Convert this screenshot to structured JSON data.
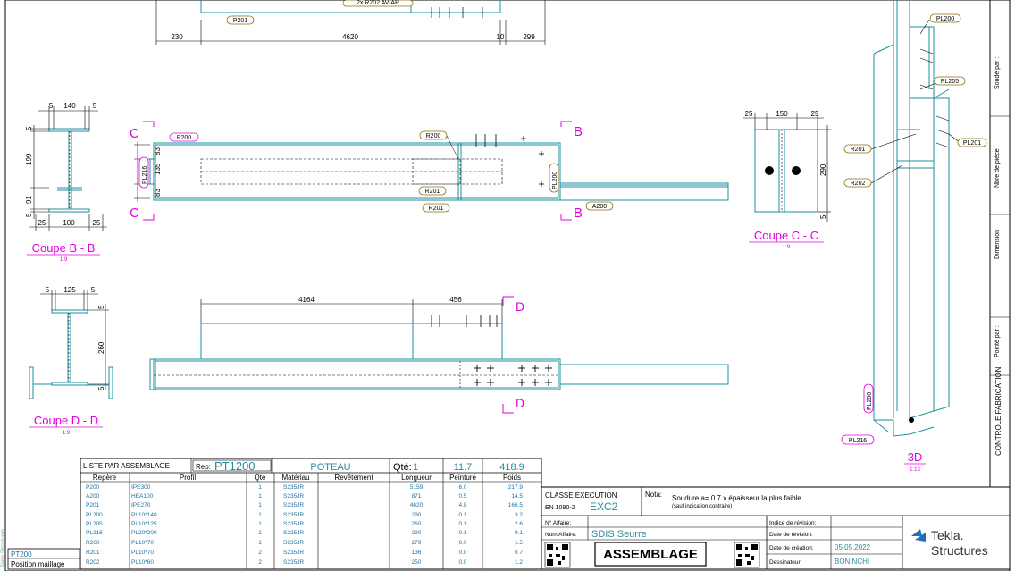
{
  "top_view": {
    "dims": [
      "230",
      "4620",
      "10",
      "299"
    ],
    "marks": [
      "P201",
      "2x R202 AV/AR"
    ]
  },
  "section_bb": {
    "title": "Coupe B - B",
    "scale": "1:9",
    "dims_top": [
      "5",
      "140",
      "5"
    ],
    "dims_left": [
      "5",
      "199",
      "91",
      "5"
    ],
    "dims_bottom": [
      "25",
      "100",
      "25"
    ]
  },
  "elevation_c": {
    "cut_letters": [
      "C",
      "C",
      "B",
      "B"
    ],
    "dims_left": [
      "83",
      "135",
      "83"
    ],
    "marks": [
      "P200",
      "PL216",
      "R200",
      "R201",
      "R201",
      "PL200",
      "A200"
    ]
  },
  "section_cc": {
    "title": "Coupe C - C",
    "scale": "1:9",
    "dims_top": [
      "25",
      "150",
      "25"
    ],
    "dims_right": [
      "290",
      "5"
    ]
  },
  "section_dd": {
    "title": "Coupe D - D",
    "scale": "1:9",
    "dims_top": [
      "5",
      "125",
      "5"
    ],
    "dims_right": [
      "5",
      "260",
      "5"
    ]
  },
  "elevation_d": {
    "cut_letters": [
      "D",
      "D"
    ],
    "dims_top": [
      "4164",
      "456"
    ]
  },
  "view_3d": {
    "title": "3D",
    "scale": "1:13",
    "marks": [
      "PL200",
      "PL205",
      "PL201",
      "R201",
      "R202",
      "PL200",
      "PL216"
    ]
  },
  "right_border": {
    "labels": [
      "Soudé par :",
      "Nbre de pièce",
      "Dimension",
      "Pointé par :",
      "CONTROLE FABRICATION"
    ]
  },
  "left_border": {
    "label": "Tekla Structures"
  },
  "parts_list": {
    "title": "LISTE PAR ASSEMBLAGE",
    "rep_label": "Rep:",
    "rep_value": "PT1200",
    "name": "POTEAU",
    "qty_label": "Qté:",
    "qty_value": "1",
    "total_paint": "11.7",
    "total_weight": "418.9",
    "headers": [
      "Repère",
      "Profil",
      "Qte",
      "Matériau",
      "Revêtement",
      "Longueur",
      "Peinture",
      "Poids"
    ],
    "rows": [
      [
        "P200",
        "IPE300",
        "1",
        "S235JR",
        "",
        "5159",
        "6.0",
        "217.9"
      ],
      [
        "A200",
        "HEA100",
        "1",
        "S235JR",
        "",
        "871",
        "0.5",
        "14.5"
      ],
      [
        "P201",
        "IPE270",
        "1",
        "S235JR",
        "",
        "4620",
        "4.8",
        "166.5"
      ],
      [
        "PL200",
        "PL10*140",
        "1",
        "S235JR",
        "",
        "290",
        "0.1",
        "3.2"
      ],
      [
        "PL205",
        "PL10*125",
        "1",
        "S235JR",
        "",
        "260",
        "0.1",
        "2.6"
      ],
      [
        "PL216",
        "PL20*200",
        "1",
        "S235JR",
        "",
        "290",
        "0.1",
        "9.1"
      ],
      [
        "R200",
        "PL10*70",
        "1",
        "S235JR",
        "",
        "279",
        "0.0",
        "1.5"
      ],
      [
        "R201",
        "PL10*70",
        "2",
        "S235JR",
        "",
        "136",
        "0.0",
        "0.7"
      ],
      [
        "R202",
        "PL10*60",
        "2",
        "S235JR",
        "",
        "250",
        "0.0",
        "1.2"
      ]
    ]
  },
  "position_box": {
    "value": "PT200",
    "label": "Position maillage"
  },
  "title_block": {
    "exec_class_label": "CLASSE EXECUTION",
    "exec_norm": "EN 1090-2",
    "exec_value": "EXC2",
    "note_label": "Nota:",
    "note_text": "Soudure a= 0.7 x épaisseur la plus faible",
    "note_sub": "(sauf indication contraire)",
    "affaire_no_label": "N° Affaire:",
    "affaire_no_value": "",
    "affaire_name_label": "Nom Affaire:",
    "affaire_name_value": "SDIS Seurre",
    "drawing_title": "ASSEMBLAGE",
    "rev_index_label": "Indice de révision:",
    "rev_date_label": "Date de révision:",
    "creation_label": "Date de création:",
    "creation_value": "05.05.2022",
    "designer_label": "Dessinateur:",
    "designer_value": "BONINCHI",
    "logo_line1": "Tekla.",
    "logo_line2": "Structures"
  },
  "colors": {
    "steel": "#1f8f9f",
    "annotation": "#e000e0",
    "mark_tag": "#8a6d00"
  }
}
